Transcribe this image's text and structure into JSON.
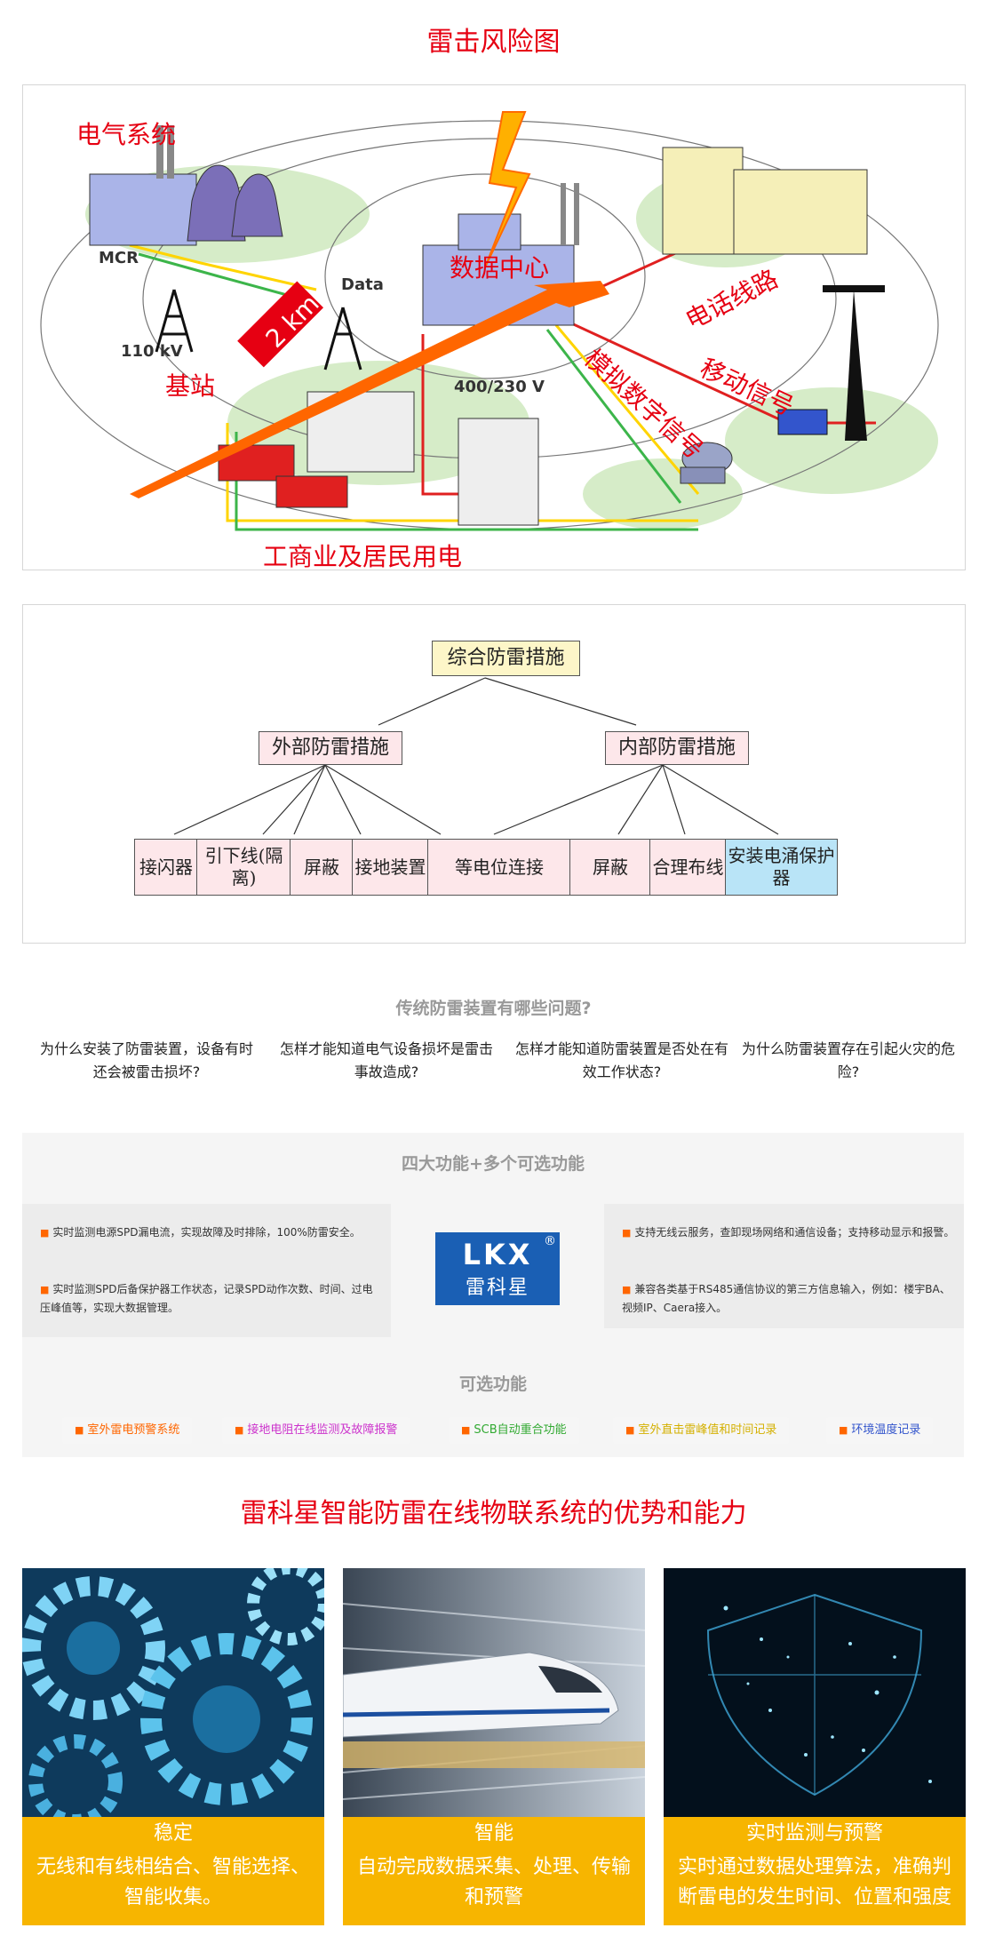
{
  "sections": {
    "risk_title": "雷击风险图",
    "risk_labels": {
      "electrical": "电气系统",
      "mcr": "MCR",
      "kv110": "110 kV",
      "base_station": "基站",
      "data": "Data",
      "data_center": "数据中心",
      "km2": "2 km",
      "phone_line": "电话线路",
      "v400": "400/230 V",
      "analog_digital": "模拟数字信号",
      "mobile_signal": "移动信号",
      "industrial": "工商业及居民用电"
    },
    "tree": {
      "root": "综合防雷措施",
      "external": "外部防雷措施",
      "internal": "内部防雷措施",
      "leaves": [
        "接闪器",
        "引下线(隔离)",
        "屏蔽",
        "接地装置",
        "等电位连接",
        "屏蔽",
        "合理布线",
        "安装电涌保护器"
      ]
    },
    "problems": {
      "title": "传统防雷装置有哪些问题?",
      "questions": [
        "为什么安装了防雷装置，设备有时还会被雷击损坏?",
        "怎样才能知道电气设备损坏是雷击事故造成?",
        "怎样才能知道防雷装置是否处在有效工作状态?",
        "为什么防雷装置存在引起火灾的危险?"
      ]
    },
    "functions": {
      "title": "四大功能+多个可选功能",
      "left": [
        "实时监测电源SPD漏电流，实现故障及时排除，100%防雷安全。",
        "实时监测SPD后备保护器工作状态，记录SPD动作次数、时间、过电压峰值等，实现大数据管理。"
      ],
      "right": [
        "支持无线云服务，查卸现场网络和通信设备；支持移动显示和报警。",
        "兼容各类基于RS485通信协议的第三方信息输入，例如：楼宇BA、视频IP、Caera接入。"
      ],
      "logo_text": "LKX",
      "logo_cn": "雷科星",
      "logo_reg": "®",
      "optional_title": "可选功能",
      "optional": [
        {
          "label": "室外雷电预警系统",
          "color": "#ff6600"
        },
        {
          "label": "接地电阻在线监测及故障报警",
          "color": "#cc33cc"
        },
        {
          "label": "SCB自动重合功能",
          "color": "#33aa33"
        },
        {
          "label": "室外直击雷峰值和时间记录",
          "color": "#e6c200"
        },
        {
          "label": "环境温度记录",
          "color": "#3355cc"
        }
      ]
    },
    "advantages": {
      "title": "雷科星智能防雷在线物联系统的优势和能力",
      "cards": [
        {
          "heading": "稳定",
          "text": "无线和有线相结合、智能选择、智能收集。"
        },
        {
          "heading": "智能",
          "text": "自动完成数据采集、处理、传输和预警"
        },
        {
          "heading": "实时监测与预警",
          "text": "实时通过数据处理算法，准确判断雷电的发生时间、位置和强度"
        }
      ]
    }
  },
  "colors": {
    "title_red": "#e60012",
    "caption_yellow": "#f7b500",
    "logo_blue": "#1a5fb4"
  }
}
